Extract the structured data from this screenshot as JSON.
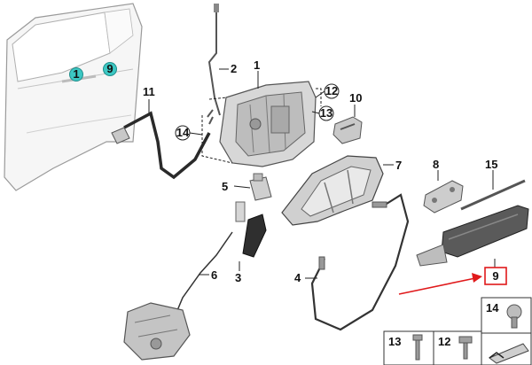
{
  "diagram": {
    "labels": {
      "p1": "1",
      "p2": "2",
      "p3": "3",
      "p4": "4",
      "p5": "5",
      "p6": "6",
      "p7": "7",
      "p8": "8",
      "p9": "9",
      "p10": "10",
      "p11": "11",
      "p12": "12",
      "p13": "13",
      "p14": "14",
      "p15": "15"
    },
    "door_markers": {
      "m1": "1",
      "m9": "9"
    },
    "highlight": {
      "label": "9",
      "color": "#e0191b"
    },
    "door_marker_color": "#3cc7c3",
    "legend": {
      "box14": "14",
      "box13": "13",
      "box12": "12"
    }
  }
}
